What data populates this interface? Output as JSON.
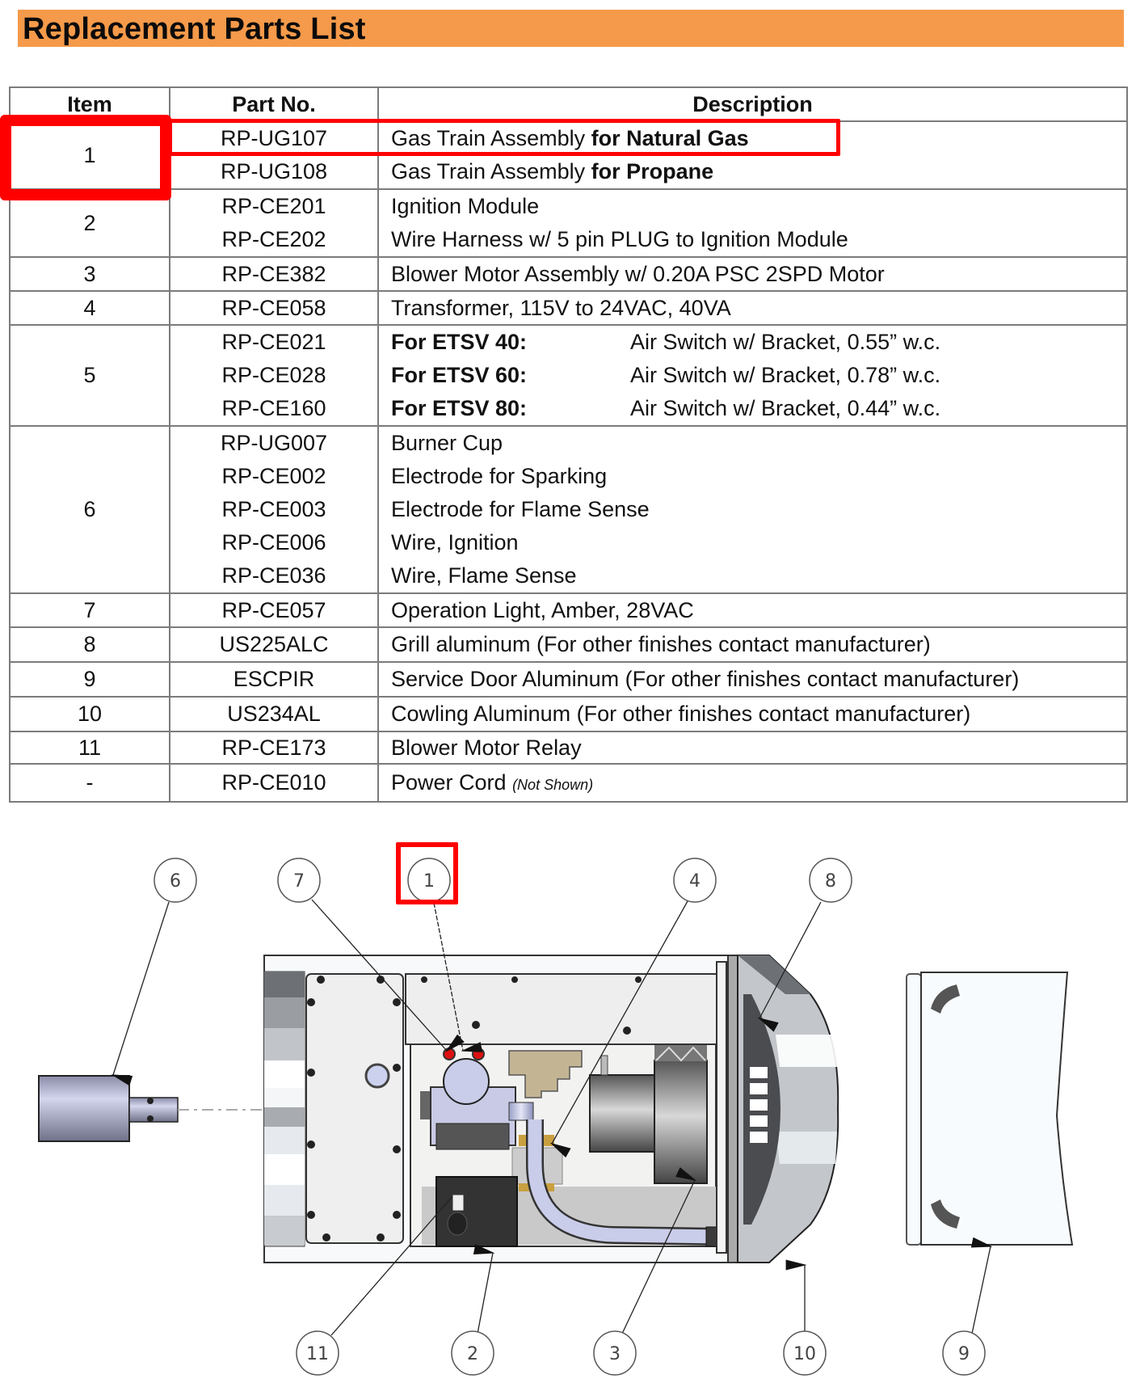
{
  "header": {
    "title": "Replacement Parts List"
  },
  "table": {
    "columns": [
      "Item",
      "Part No.",
      "Description"
    ],
    "groups": [
      {
        "item": "1",
        "rows": [
          {
            "part": "RP-UG107",
            "desc_plain": "Gas Train Assembly ",
            "desc_bold": "for Natural Gas"
          },
          {
            "part": "RP-UG108",
            "desc_plain": "Gas Train Assembly ",
            "desc_bold": "for Propane"
          }
        ]
      },
      {
        "item": "2",
        "rows": [
          {
            "part": "RP-CE201",
            "desc": "Ignition Module"
          },
          {
            "part": "RP-CE202",
            "desc": "Wire Harness w/ 5 pin PLUG to Ignition Module"
          }
        ]
      },
      {
        "item": "3",
        "rows": [
          {
            "part": "RP-CE382",
            "desc": "Blower Motor Assembly w/ 0.20A PSC 2SPD Motor"
          }
        ]
      },
      {
        "item": "4",
        "rows": [
          {
            "part": "RP-CE058",
            "desc": "Transformer, 115V to 24VAC, 40VA"
          }
        ]
      },
      {
        "item": "5",
        "rows": [
          {
            "part": "RP-CE021",
            "label": "For ETSV 40:",
            "desc": "Air Switch w/ Bracket, 0.55” w.c."
          },
          {
            "part": "RP-CE028",
            "label": "For ETSV 60:",
            "desc": "Air Switch w/ Bracket, 0.78” w.c."
          },
          {
            "part": "RP-CE160",
            "label": "For ETSV 80:",
            "desc": "Air Switch w/ Bracket, 0.44” w.c."
          }
        ]
      },
      {
        "item": "6",
        "rows": [
          {
            "part": "RP-UG007",
            "desc": "Burner Cup"
          },
          {
            "part": "RP-CE002",
            "desc": "Electrode for Sparking"
          },
          {
            "part": "RP-CE003",
            "desc": "Electrode for Flame Sense"
          },
          {
            "part": "RP-CE006",
            "desc": "Wire, Ignition"
          },
          {
            "part": "RP-CE036",
            "desc": "Wire, Flame Sense"
          }
        ]
      },
      {
        "item": "7",
        "rows": [
          {
            "part": "RP-CE057",
            "desc": "Operation Light, Amber, 28VAC"
          }
        ]
      },
      {
        "item": "8",
        "rows": [
          {
            "part": "US225ALC",
            "desc": "Grill aluminum (For other finishes contact manufacturer)"
          }
        ]
      },
      {
        "item": "9",
        "rows": [
          {
            "part": "ESCPIR",
            "desc": "Service Door Aluminum (For other finishes contact manufacturer)"
          }
        ]
      },
      {
        "item": "10",
        "rows": [
          {
            "part": "US234AL",
            "desc": "Cowling Aluminum (For other finishes contact manufacturer)"
          }
        ]
      },
      {
        "item": "11",
        "rows": [
          {
            "part": "RP-CE173",
            "desc": "Blower Motor Relay"
          }
        ]
      },
      {
        "item": "-",
        "rows": [
          {
            "part": "RP-CE010",
            "desc": "Power Cord ",
            "note": "(Not Shown)"
          }
        ]
      }
    ]
  },
  "highlights": {
    "color": "#ff0000",
    "item_cell": "1",
    "row_part": "RP-UG107",
    "diagram_callout": "1"
  },
  "diagram": {
    "callouts": [
      {
        "id": "6",
        "label": "6"
      },
      {
        "id": "7",
        "label": "7"
      },
      {
        "id": "1",
        "label": "1"
      },
      {
        "id": "4",
        "label": "4"
      },
      {
        "id": "8",
        "label": "8"
      },
      {
        "id": "11",
        "label": "11"
      },
      {
        "id": "2",
        "label": "2"
      },
      {
        "id": "3",
        "label": "3"
      },
      {
        "id": "10",
        "label": "10"
      },
      {
        "id": "9",
        "label": "9"
      }
    ]
  },
  "colors": {
    "title_bg": "#f59a4a",
    "highlight": "#ff0000",
    "grid": "#7b7b7b"
  }
}
